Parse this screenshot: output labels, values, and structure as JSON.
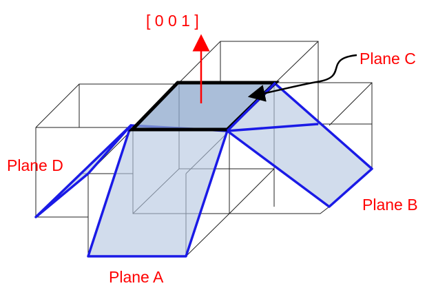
{
  "direction_label": "[ 0 0 1 ]",
  "planes": {
    "a": "Plane A",
    "b": "Plane B",
    "c": "Plane C",
    "d": "Plane D"
  },
  "colors": {
    "label": "#ff0000",
    "plane_edge": "#1a1ae6",
    "plane_fill": "#b4c6e0",
    "plane_c_edge": "#000000",
    "cube_edge": "#222222"
  }
}
